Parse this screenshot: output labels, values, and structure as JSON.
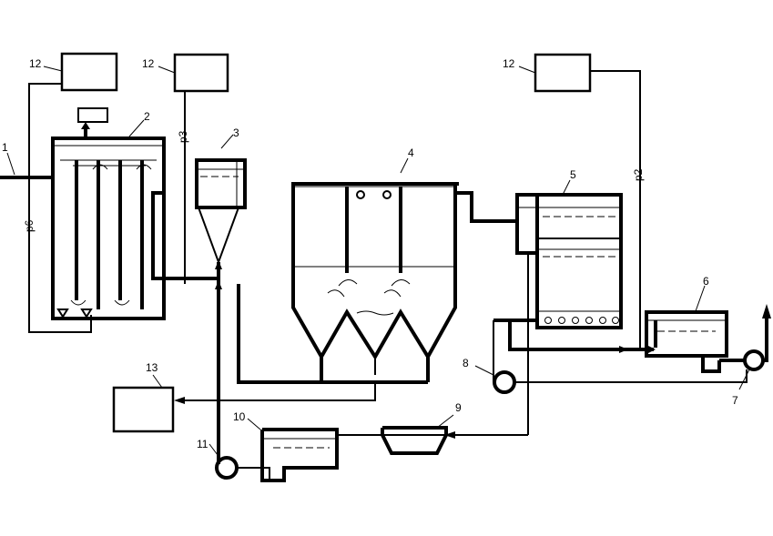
{
  "labels": {
    "n1": "1",
    "n2": "2",
    "n3": "3",
    "n4": "4",
    "n5": "5",
    "n6": "6",
    "n7": "7",
    "n8": "8",
    "n9": "9",
    "n10": "10",
    "n11": "11",
    "n12a": "12",
    "n12b": "12",
    "n12c": "12",
    "n13": "13"
  },
  "signals": {
    "p6": "p6",
    "p3": "p3",
    "p2": "p2"
  }
}
